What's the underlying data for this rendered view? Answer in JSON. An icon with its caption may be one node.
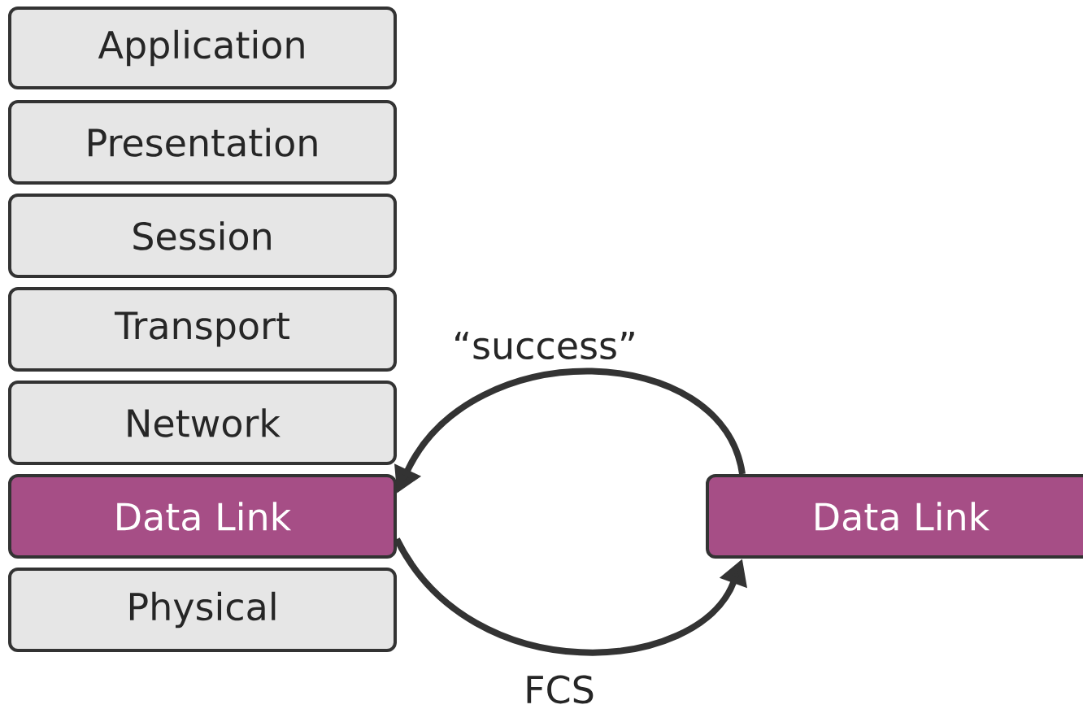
{
  "diagram": {
    "nodes": [
      {
        "text": [
          "Application"
        ]
      },
      {
        "text": [
          "Presentation"
        ]
      },
      {
        "text": [
          "Session"
        ]
      },
      {
        "text": [
          "Transport"
        ]
      },
      {
        "text": [
          "Network"
        ]
      },
      {
        "text": [
          "Data Link"
        ]
      },
      {
        "text": [
          "Physical"
        ]
      },
      {
        "text": [
          "Data Link"
        ]
      }
    ],
    "edges": [
      {
        "from": 7,
        "to": 5,
        "arrow": "to",
        "label": "“success”"
      },
      {
        "from": 5,
        "to": 7,
        "arrow": "to",
        "label": "FCS"
      }
    ]
  }
}
